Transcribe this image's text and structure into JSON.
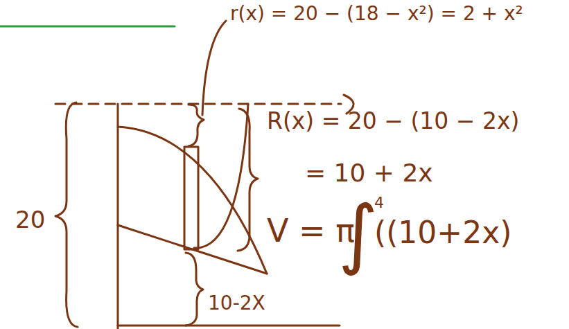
{
  "diagram": {
    "labels": [
      "r(x) = 20 − (18 − x²) = 2 + x²",
      "R(x) = 20 − (10 − 2x)",
      "= 10 + 2x",
      "V = π",
      "∫",
      "4",
      "((10+2x)",
      "20",
      "10-2X"
    ]
  }
}
